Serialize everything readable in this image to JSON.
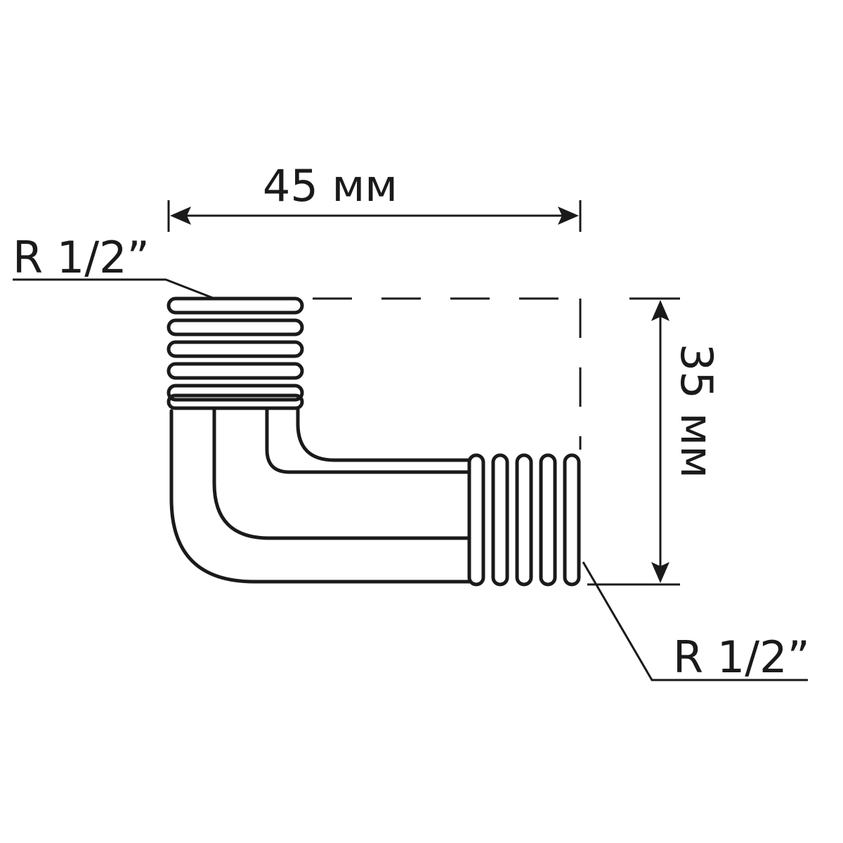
{
  "diagram": {
    "width_label": "45 мм",
    "height_label": "35 мм",
    "thread_top_label": "R 1/2”",
    "thread_bottom_label": "R 1/2”",
    "colors": {
      "stroke": "#1a1a1a",
      "background": "#ffffff"
    }
  }
}
